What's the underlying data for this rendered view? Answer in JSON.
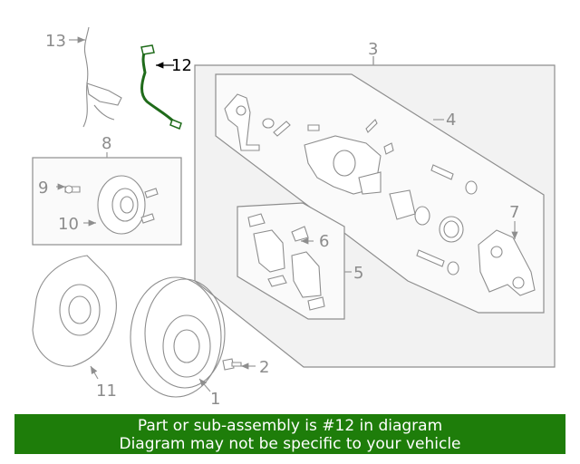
{
  "colors": {
    "banner_bg": "#1e7d0a",
    "highlight_part": "#1f6b1a",
    "outline": "#8e8e8e"
  },
  "callouts": {
    "c1": "1",
    "c2": "2",
    "c3": "3",
    "c4": "4",
    "c5": "5",
    "c6": "6",
    "c7": "7",
    "c8": "8",
    "c9": "9",
    "c10": "10",
    "c11": "11",
    "c12": "12",
    "c13": "13"
  },
  "banner": {
    "line1": "Part or sub-assembly is #12 in diagram",
    "line2": "Diagram may not be specific to your vehicle"
  }
}
